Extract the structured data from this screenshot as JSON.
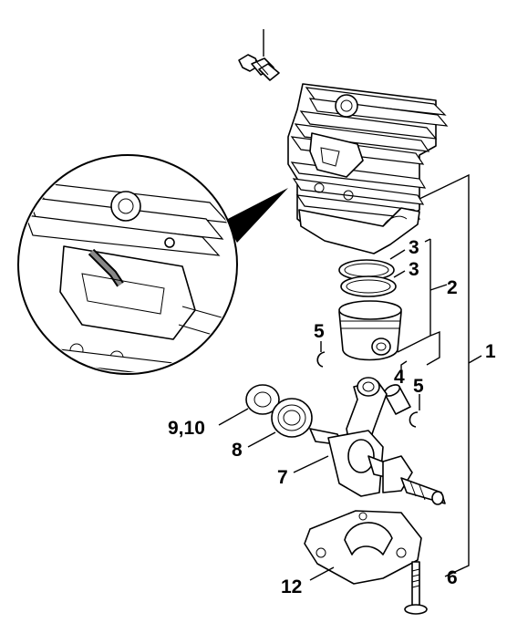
{
  "diagram": {
    "labels": {
      "cylinder_assembly": "1",
      "piston_assembly": "2",
      "piston_ring_upper": "3",
      "piston_ring_lower": "3",
      "piston_pin": "4",
      "circlip_left": "5",
      "circlip_right": "5",
      "screw": "6",
      "crankshaft": "7",
      "bearing": "8",
      "oil_seal": "9,10",
      "crankcase_half": "12"
    }
  }
}
